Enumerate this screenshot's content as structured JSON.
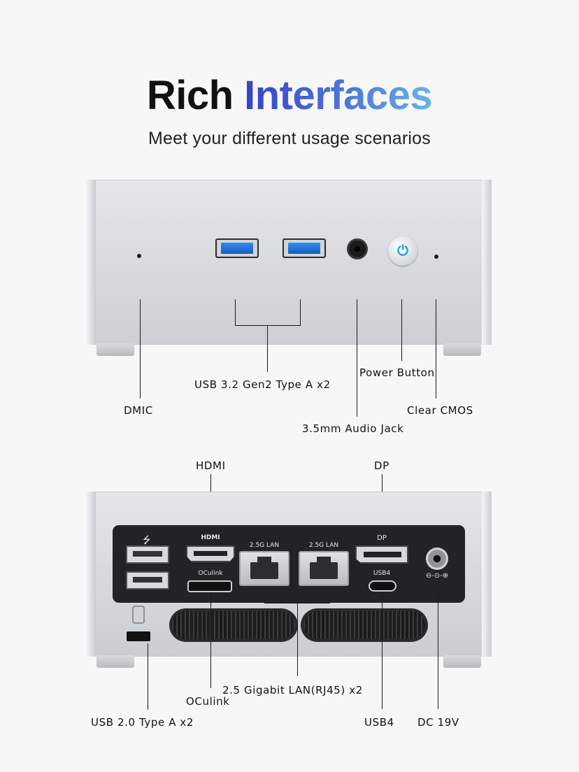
{
  "header": {
    "title_plain": "Rich",
    "title_accent": "Interfaces",
    "subtitle": "Meet your different usage scenarios"
  },
  "front": {
    "labels": {
      "usb32": "USB 3.2 Gen2 Type A x2",
      "power": "Power Button",
      "dmic": "DMIC",
      "cmos": "Clear CMOS",
      "audio": "3.5mm Audio Jack"
    }
  },
  "rear": {
    "labels": {
      "hdmi": "HDMI",
      "dp": "DP",
      "lan": "2.5 Gigabit LAN(RJ45) x2",
      "oculink": "OCulink",
      "usb20": "USB 2.0 Type A x2",
      "usb4": "USB4",
      "dc": "DC 19V"
    },
    "panel_text": {
      "hdmi": "HDMI",
      "oculink": "OCulink",
      "lan1": "2.5G LAN",
      "lan2": "2.5G LAN",
      "dp": "DP",
      "usb4": "USB4"
    }
  },
  "colors": {
    "accent_start": "#3742c6",
    "accent_end": "#6ab3ea",
    "usb3_blue": "#2e8ef0",
    "power_led": "#1aa0e6"
  }
}
